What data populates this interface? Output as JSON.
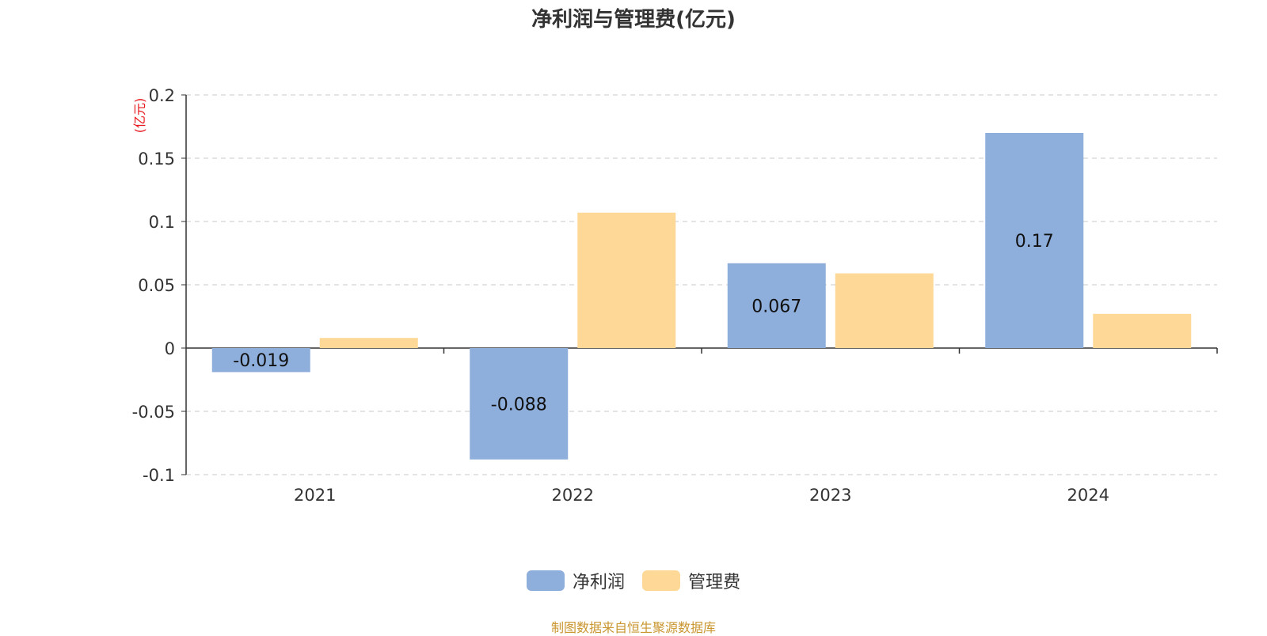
{
  "chart_data": {
    "type": "bar",
    "title": "净利润与管理费(亿元)",
    "ylabel": "(亿元)",
    "categories": [
      "2021",
      "2022",
      "2023",
      "2024"
    ],
    "series": [
      {
        "name": "净利润",
        "values": [
          -0.019,
          -0.088,
          0.067,
          0.17
        ],
        "data_labels": [
          "-0.019",
          "-0.088",
          "0.067",
          "0.17"
        ]
      },
      {
        "name": "管理费",
        "values": [
          0.008,
          0.107,
          0.059,
          0.027
        ]
      }
    ],
    "ylim": [
      -0.1,
      0.2
    ],
    "yticks": [
      {
        "value": -0.1,
        "label": "-0.1"
      },
      {
        "value": -0.05,
        "label": "-0.05"
      },
      {
        "value": 0,
        "label": "0"
      },
      {
        "value": 0.05,
        "label": "0.05"
      },
      {
        "value": 0.1,
        "label": "0.1"
      },
      {
        "value": 0.15,
        "label": "0.15"
      },
      {
        "value": 0.2,
        "label": "0.2"
      }
    ],
    "grid": true,
    "legend_position": "bottom-center"
  },
  "colors": {
    "net_profit": "#8eaedb",
    "management_fee": "#fed897",
    "ylabel": "#e8141b",
    "source": "#c9962f"
  },
  "source_note": "制图数据来自恒生聚源数据库"
}
